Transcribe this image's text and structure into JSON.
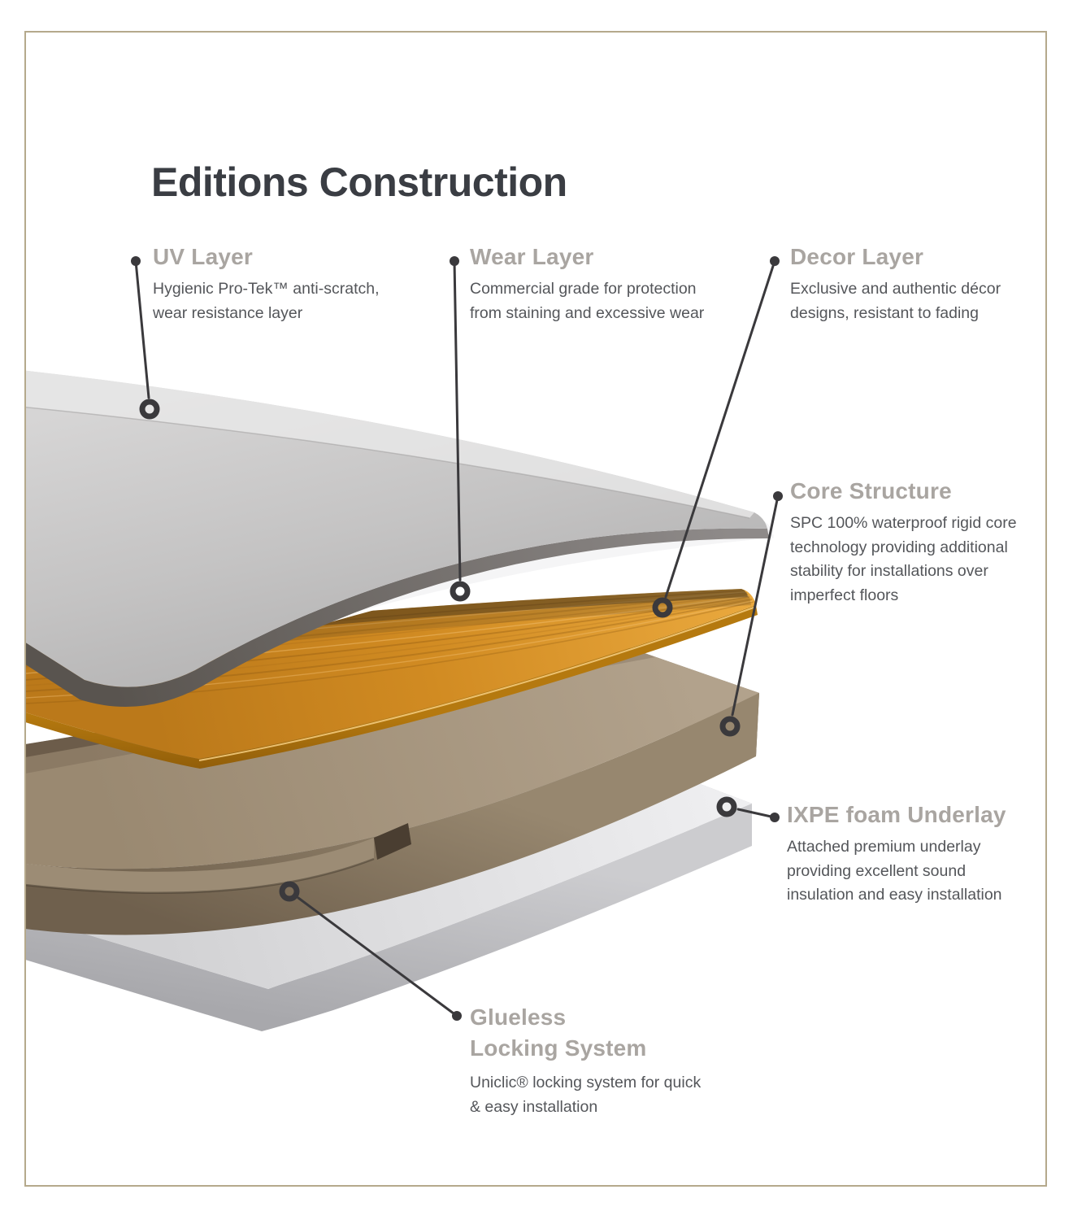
{
  "page": {
    "title": "Editions Construction",
    "background_color": "#ffffff",
    "frame_color": "#b5a98c",
    "title_color": "#3a3d43",
    "heading_color": "#a9a5a1",
    "body_text_color": "#54565a",
    "leader_line_color": "#3a393c"
  },
  "callouts": [
    {
      "id": "uv-layer",
      "title_lines": [
        "UV Layer"
      ],
      "desc_lines": [
        "Hygienic Pro-Tek™ anti-scratch,",
        "wear resistance layer"
      ]
    },
    {
      "id": "wear-layer",
      "title_lines": [
        "Wear Layer"
      ],
      "desc_lines": [
        "Commercial grade for protection",
        "from staining and excessive wear"
      ]
    },
    {
      "id": "decor-layer",
      "title_lines": [
        "Decor Layer"
      ],
      "desc_lines": [
        "Exclusive and authentic décor",
        "designs, resistant to fading"
      ]
    },
    {
      "id": "core-structure",
      "title_lines": [
        "Core Structure"
      ],
      "desc_lines": [
        "SPC 100% waterproof rigid core",
        "technology providing additional",
        "stability for installations over",
        "imperfect floors"
      ]
    },
    {
      "id": "ixpe-foam-underlay",
      "title_lines": [
        "IXPE foam Underlay"
      ],
      "desc_lines": [
        "Attached premium underlay",
        "providing excellent sound",
        "insulation and easy installation"
      ]
    },
    {
      "id": "glueless-locking-system",
      "title_lines": [
        "Glueless",
        "Locking System"
      ],
      "desc_lines": [
        "Uniclic® locking system for quick",
        "& easy installation"
      ]
    }
  ],
  "diagram": {
    "type": "exploded-layer-stack",
    "layers": [
      {
        "id": "uv-layer-sheet",
        "label": "UV Layer",
        "color": "#c4c3c3"
      },
      {
        "id": "wear-layer-sheet",
        "label": "Wear Layer",
        "color": "#f2f2f4"
      },
      {
        "id": "decor-layer-sheet",
        "label": "Decor Layer",
        "color": "#d18b22"
      },
      {
        "id": "core-structure-slab",
        "label": "Core Structure",
        "color": "#a4937c"
      },
      {
        "id": "ixpe-underlay-slab",
        "label": "IXPE foam Underlay",
        "color": "#e3e3e5"
      }
    ]
  }
}
